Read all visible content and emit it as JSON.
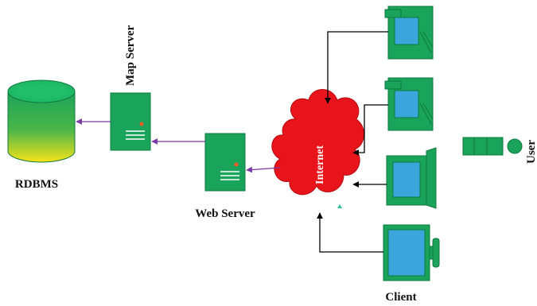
{
  "labels": {
    "rdbms": "RDBMS",
    "map_server": "Map Server",
    "web_server": "Web Server",
    "internet": "Internet",
    "client": "Client",
    "user": "User"
  },
  "colors": {
    "green": "#1aa35a",
    "green_dark": "#0e7a3e",
    "screen_blue": "#3aa6dc",
    "cloud_red": "#e8141b",
    "db_yellow": "#f7e31a",
    "arrow_purple": "#7a3aa6",
    "arrow_black": "#000000",
    "server_dot": "#f15a24"
  },
  "icons": [
    "database-icon",
    "map-server-icon",
    "web-server-icon",
    "internet-cloud-icon",
    "workstation-icon",
    "laptop-icon",
    "client-monitor-icon",
    "user-icon"
  ]
}
